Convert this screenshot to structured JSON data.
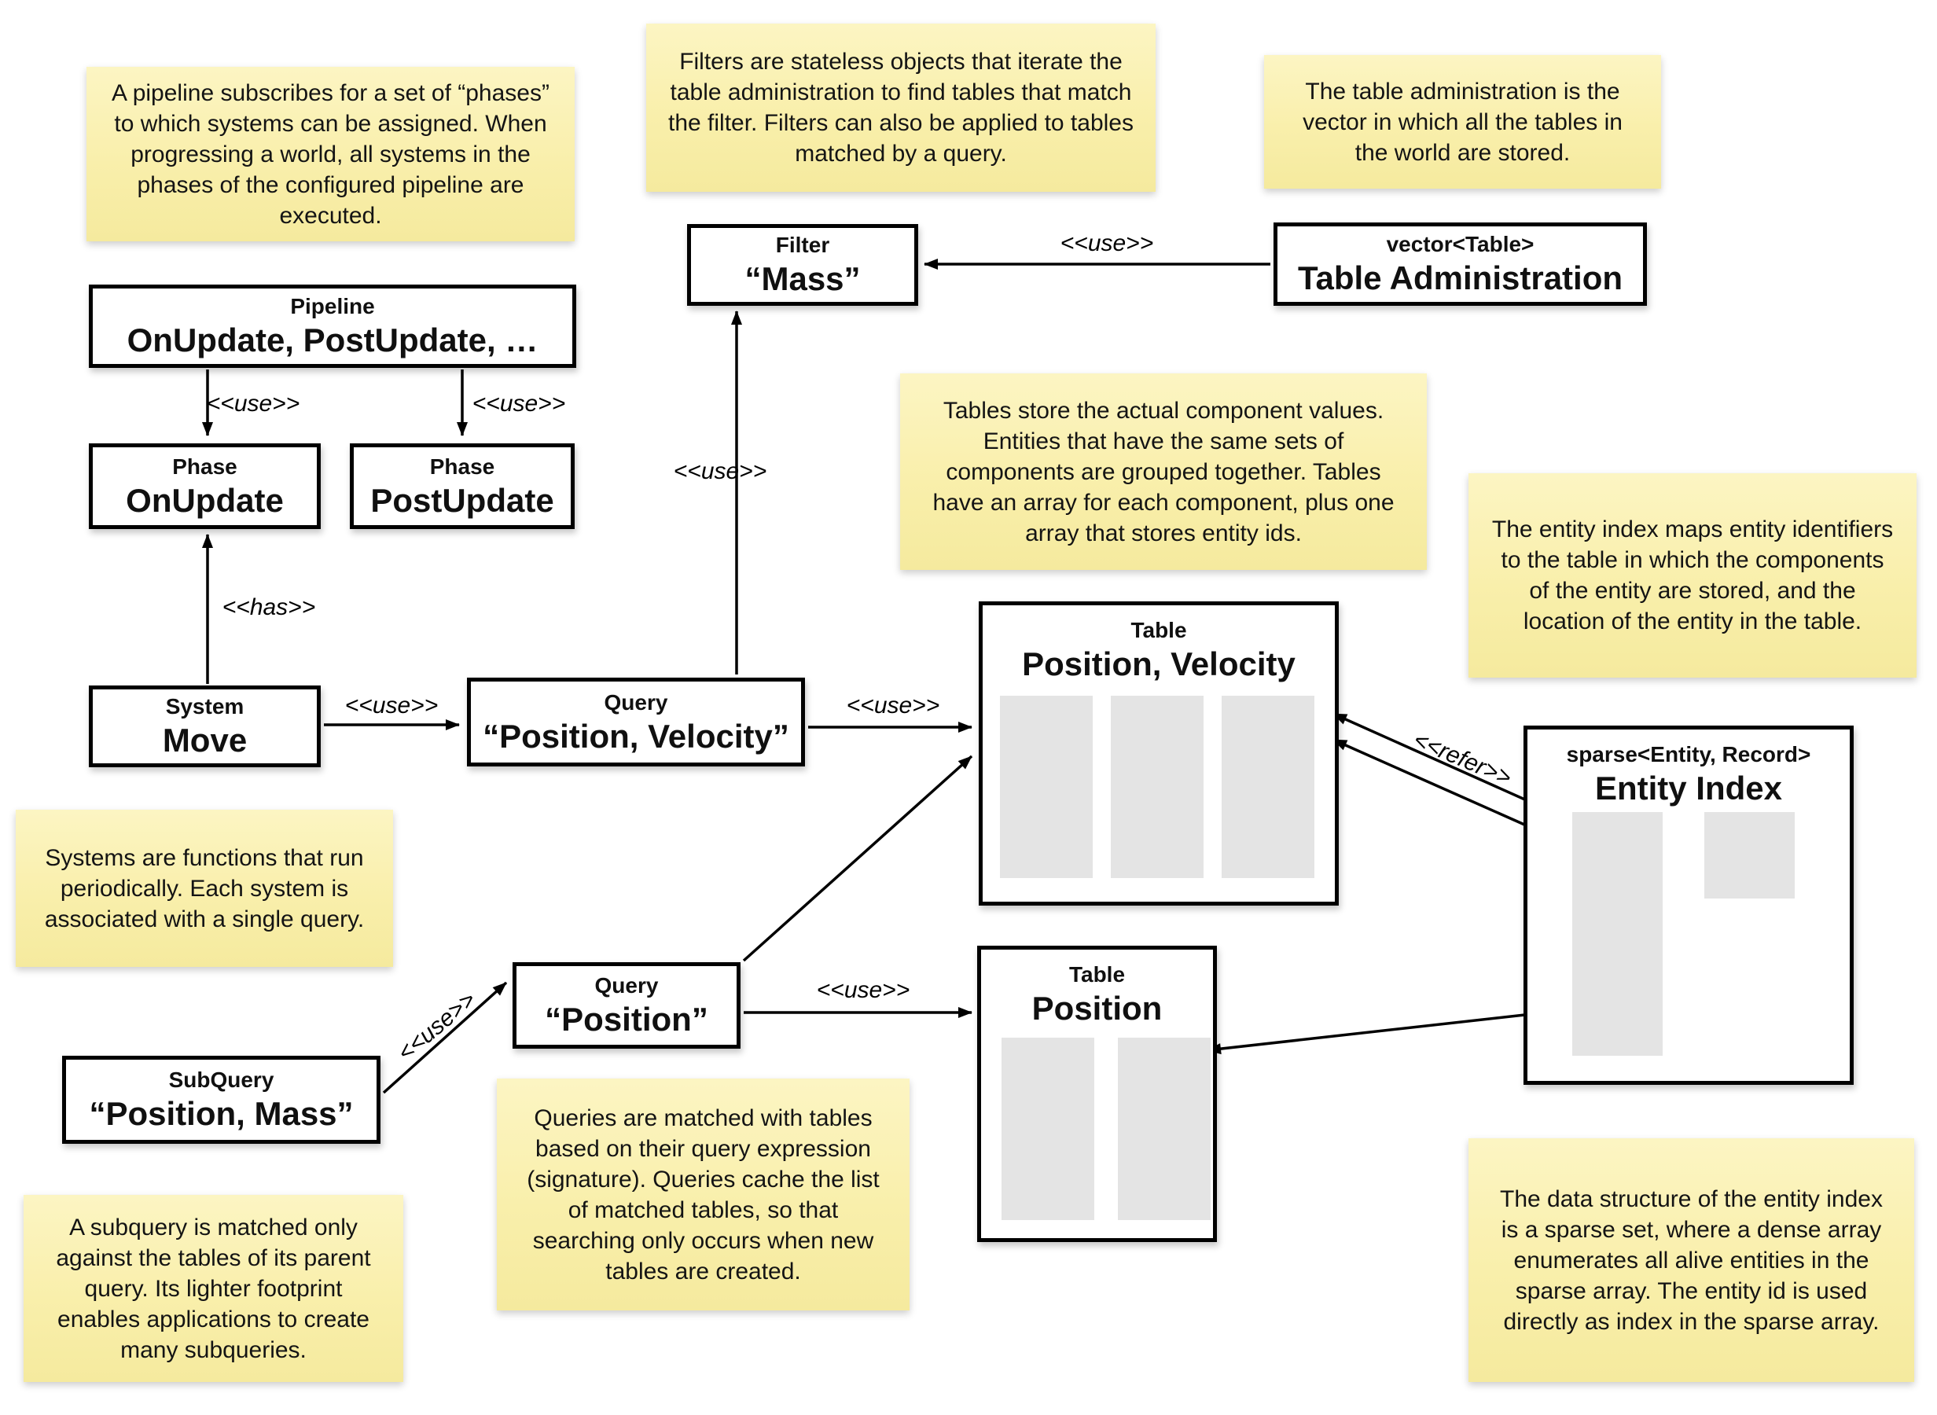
{
  "notes": {
    "pipeline": "A pipeline subscribes for a set of “phases” to which systems can be assigned. When progressing a world, all systems in the phases of the configured pipeline are executed.",
    "filters": "Filters are stateless objects that iterate the table administration to find tables that match the filter. Filters can also be applied to tables matched by a query.",
    "table_admin": "The table administration is the vector in which all the tables in the world are stored.",
    "tables": "Tables store the actual component values. Entities that have the same sets of components are grouped together. Tables have an array for each component, plus one array that stores entity ids.",
    "entity_index": "The entity index maps entity identifiers to the table in which the components of the entity are stored, and the location of the entity in the table.",
    "systems": "Systems are functions that run periodically. Each system is associated with a single query.",
    "queries": "Queries are matched with tables based on their query expression (signature). Queries cache the list of matched tables, so that searching only occurs when new tables are created.",
    "subquery": "A subquery is matched only against the tables of its parent query. Its lighter footprint enables applications to create many subqueries.",
    "sparse_set": "The data structure of the entity index is a sparse set, where a dense array enumerates all alive entities in the sparse array. The entity id is used directly as index in the sparse array."
  },
  "boxes": {
    "pipeline": {
      "type": "Pipeline",
      "name": "OnUpdate, PostUpdate, …"
    },
    "filter": {
      "type": "Filter",
      "name": "“Mass”"
    },
    "table_admin": {
      "type": "vector<Table>",
      "name": "Table Administration"
    },
    "phase_on": {
      "type": "Phase",
      "name": "OnUpdate"
    },
    "phase_post": {
      "type": "Phase",
      "name": "PostUpdate"
    },
    "system_move": {
      "type": "System",
      "name": "Move"
    },
    "query_posvel": {
      "type": "Query",
      "name": "“Position, Velocity”"
    },
    "table_posvel": {
      "type": "Table",
      "name": "Position, Velocity"
    },
    "entity_index": {
      "type": "sparse<Entity, Record>",
      "name": "Entity Index"
    },
    "query_pos": {
      "type": "Query",
      "name": "“Position”"
    },
    "table_pos": {
      "type": "Table",
      "name": "Position"
    },
    "subquery": {
      "type": "SubQuery",
      "name": "“Position, Mass”"
    }
  },
  "labels": {
    "use": "<<use>>",
    "has": "<<has>>",
    "refer": "<<refer>>"
  },
  "colors": {
    "note_yellow": "#f9efab",
    "column_gray": "#e4e4e4",
    "line_black": "#000000",
    "box_white": "#ffffff"
  }
}
